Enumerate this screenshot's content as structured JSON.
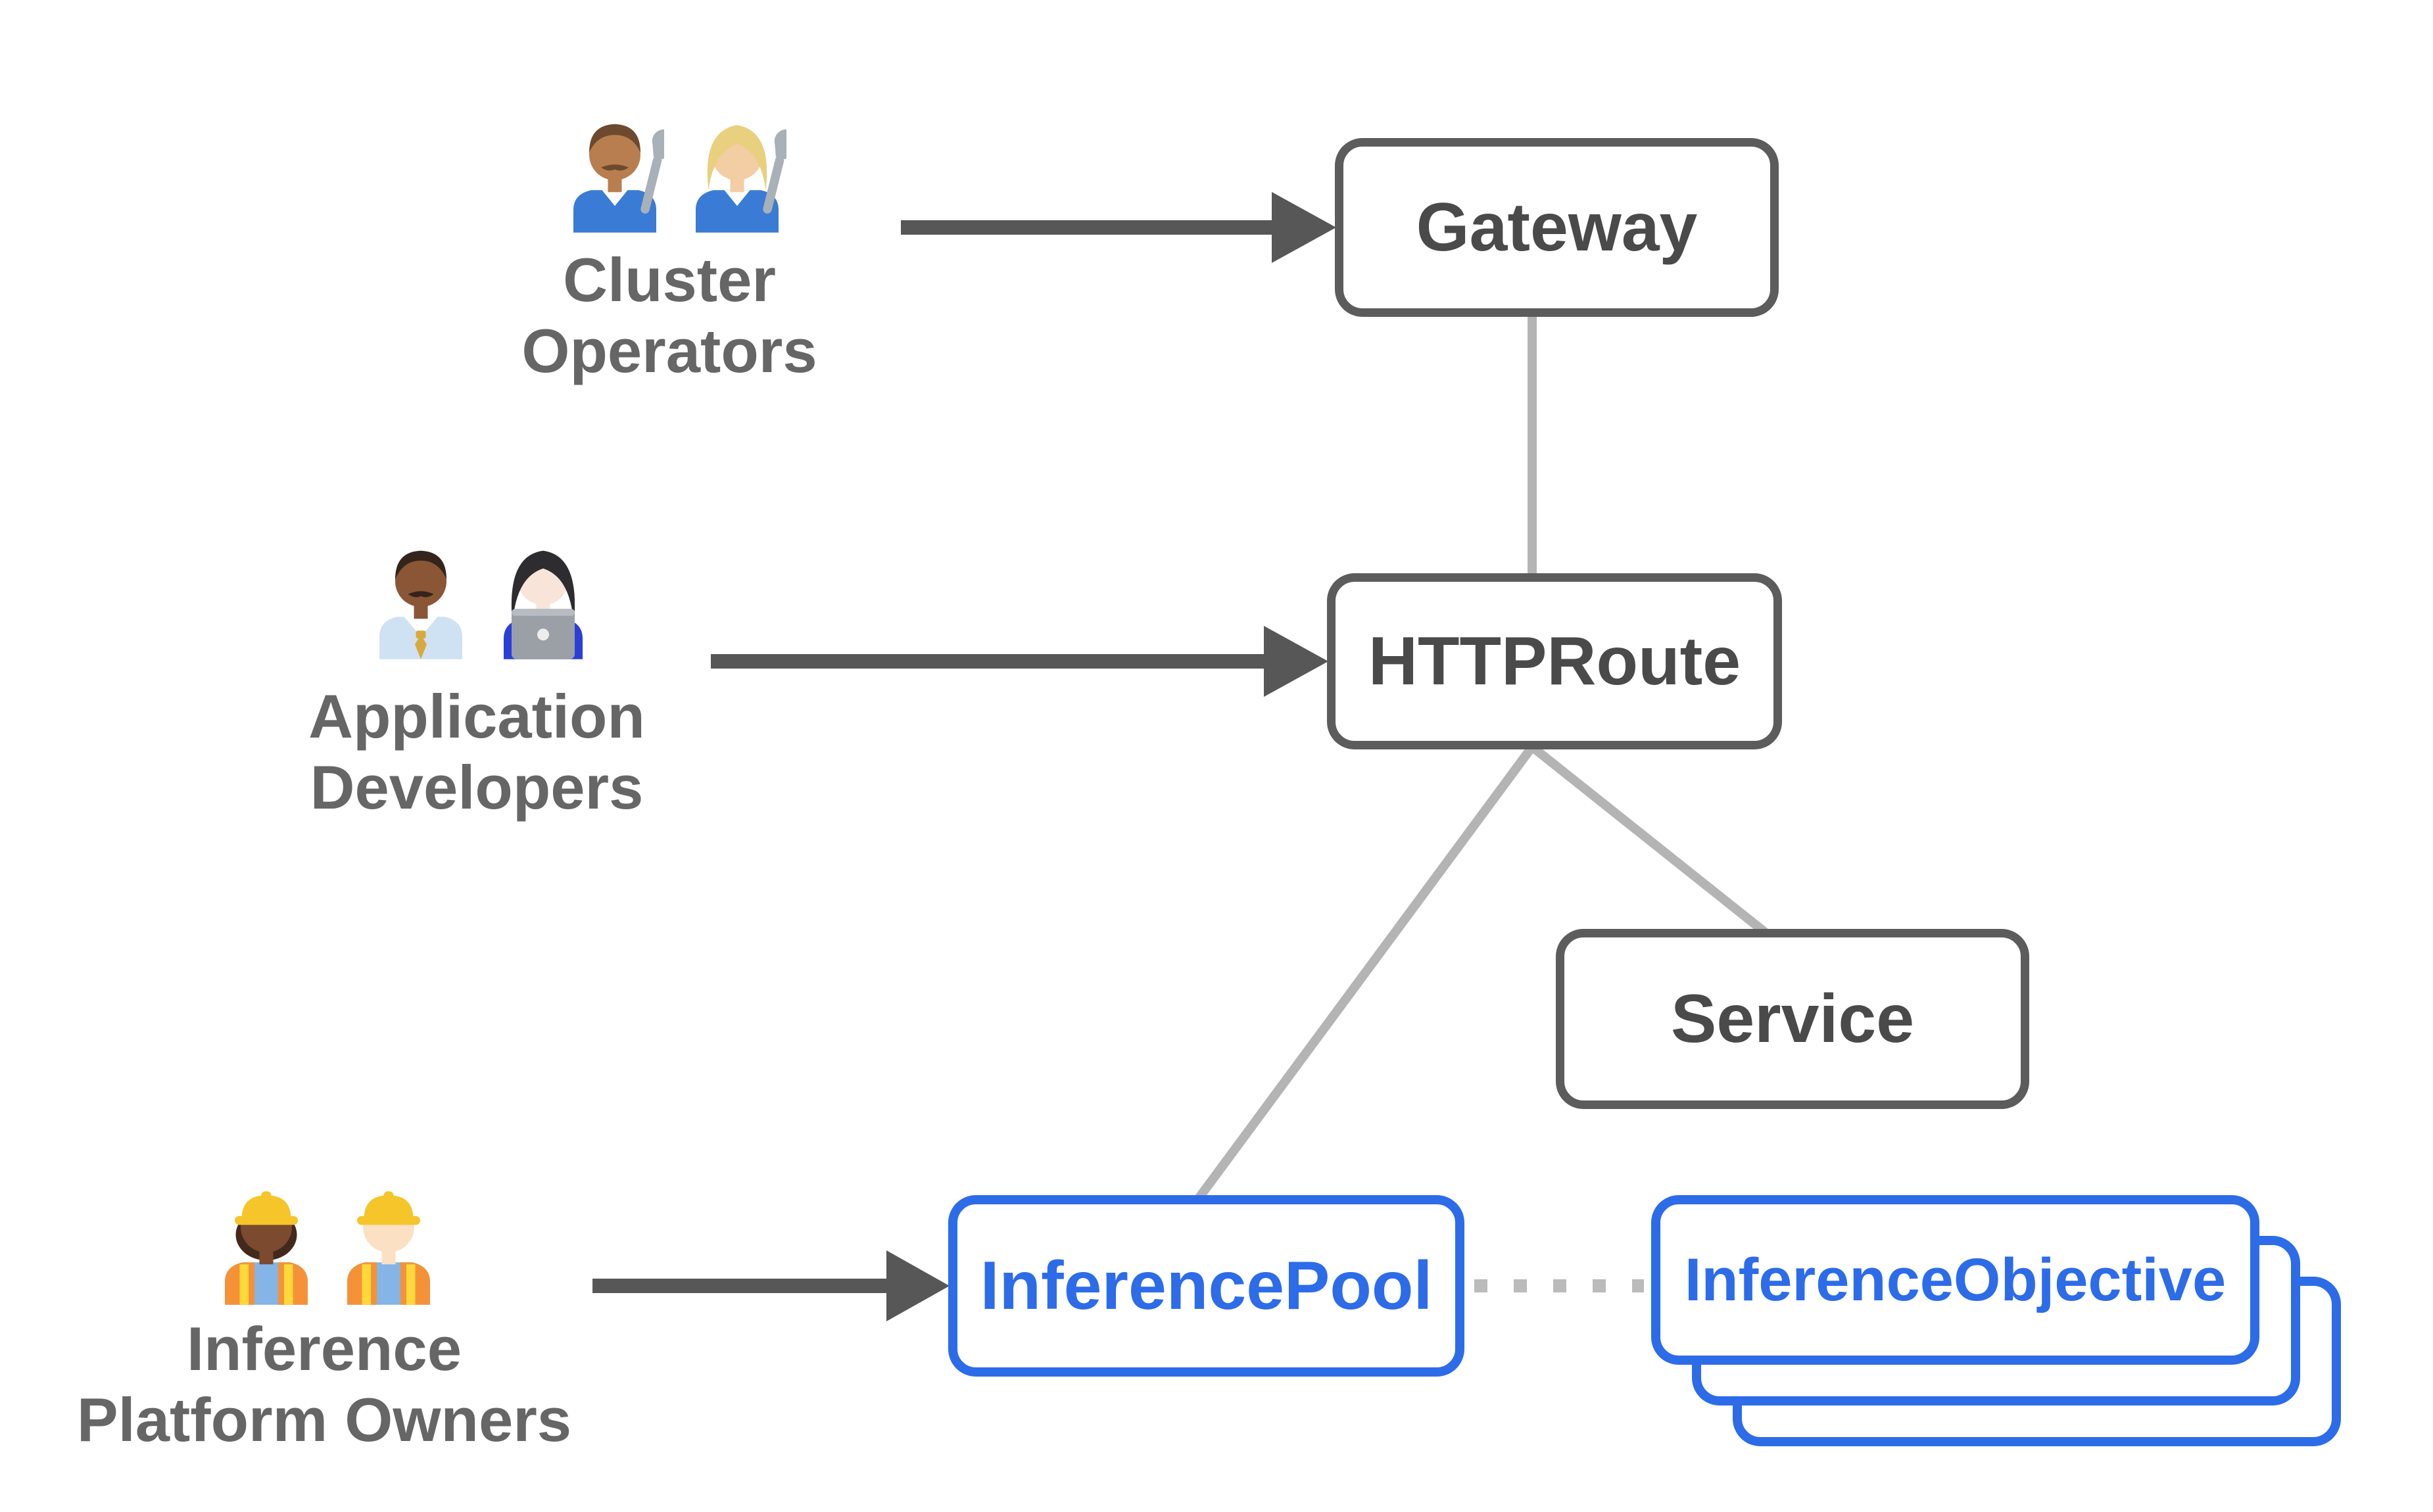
{
  "diagram": {
    "background_color": "#ffffff",
    "colors": {
      "node_border_gray": "#5c5c5c",
      "node_text_gray": "#4a4a4a",
      "accent_blue": "#2d6ce8",
      "persona_label_gray": "#666666",
      "connector_light_gray": "#b4b4b4",
      "arrow_dark_gray": "#575757",
      "dotted_line_gray": "#bbbbbb"
    },
    "nodes": [
      {
        "id": "gateway",
        "label": "Gateway",
        "style": "gray"
      },
      {
        "id": "httproute",
        "label": "HTTPRoute",
        "style": "gray"
      },
      {
        "id": "service",
        "label": "Service",
        "style": "gray"
      },
      {
        "id": "inferencepool",
        "label": "InferencePool",
        "style": "blue"
      },
      {
        "id": "inferenceobjective",
        "label": "InferenceObjective",
        "style": "blue",
        "stacked_copies": 3
      }
    ],
    "personas": [
      {
        "id": "cluster-operators",
        "lines": [
          "Cluster",
          "Operators"
        ],
        "emojis": [
          "👨🏽‍🔧",
          "👩🏼‍🔧"
        ],
        "icon_names": [
          "man-mechanic-emoji",
          "woman-mechanic-emoji"
        ],
        "points_to": "Gateway"
      },
      {
        "id": "application-developers",
        "lines": [
          "Application",
          "Developers"
        ],
        "emojis": [
          "👨🏾‍💼",
          "👩🏻‍💻"
        ],
        "icon_names": [
          "man-office-worker-emoji",
          "woman-technologist-emoji"
        ],
        "points_to": "HTTPRoute"
      },
      {
        "id": "inference-platform-owners",
        "lines": [
          "Inference",
          "Platform Owners"
        ],
        "emojis": [
          "👷🏾‍♀️",
          "👷🏻‍♂️"
        ],
        "icon_names": [
          "woman-construction-worker-emoji",
          "man-construction-worker-emoji"
        ],
        "points_to": "InferencePool"
      }
    ],
    "edges": [
      {
        "from": "Gateway",
        "to": "HTTPRoute",
        "type": "solid-line",
        "color": "light-gray"
      },
      {
        "from": "HTTPRoute",
        "to": "InferencePool",
        "type": "solid-line",
        "color": "light-gray"
      },
      {
        "from": "HTTPRoute",
        "to": "Service",
        "type": "solid-line",
        "color": "light-gray"
      },
      {
        "from": "InferencePool",
        "to": "InferenceObjective",
        "type": "dotted-line",
        "color": "gray"
      },
      {
        "from": "Cluster Operators",
        "to": "Gateway",
        "type": "arrow",
        "color": "dark-gray"
      },
      {
        "from": "Application Developers",
        "to": "HTTPRoute",
        "type": "arrow",
        "color": "dark-gray"
      },
      {
        "from": "Inference Platform Owners",
        "to": "InferencePool",
        "type": "arrow",
        "color": "dark-gray"
      }
    ]
  }
}
